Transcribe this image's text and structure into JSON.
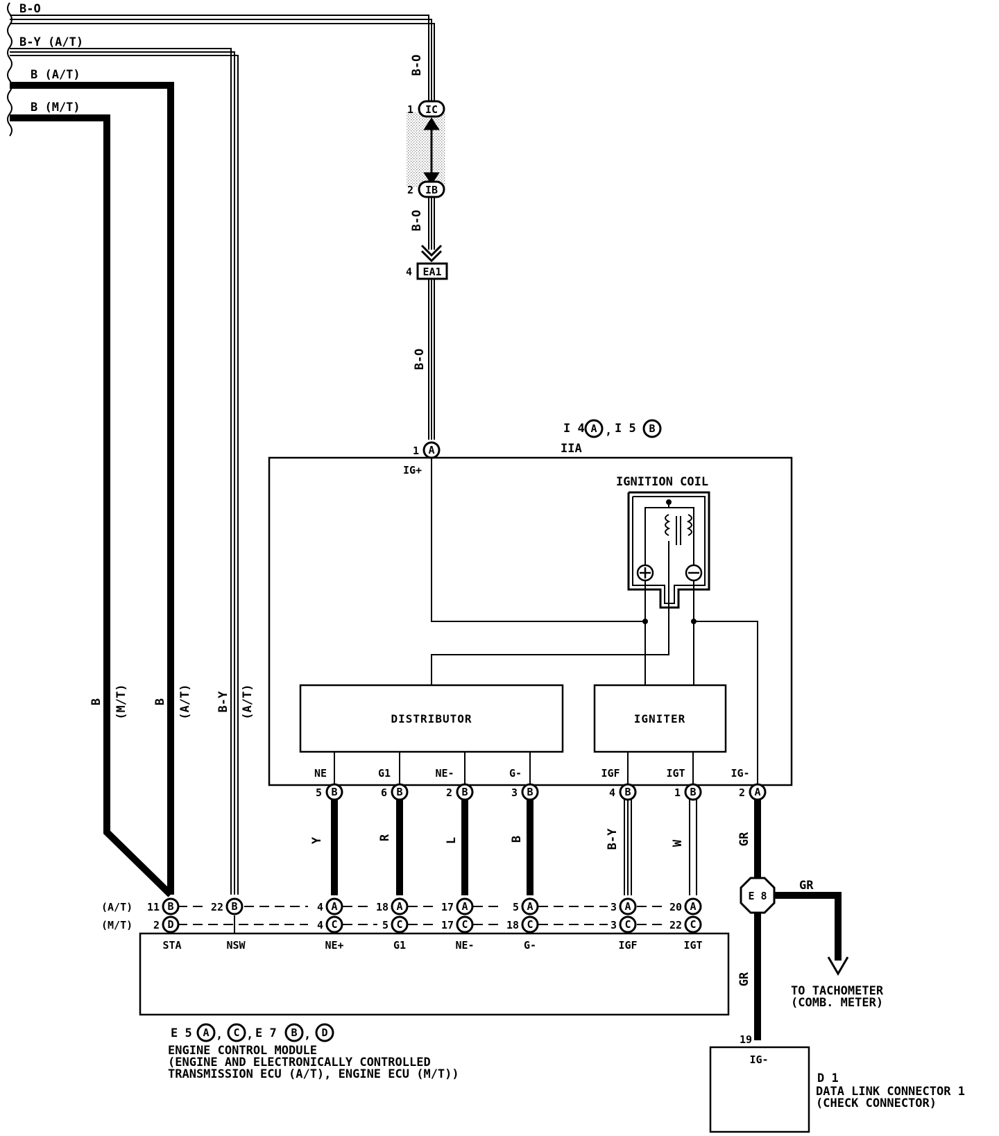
{
  "wires": {
    "bo_top": "B-O",
    "by_at": "B-Y (A/T)",
    "b_at": "B  (A/T)",
    "b_mt": "B  (M/T)",
    "bo_v1": "B-O",
    "bo_v2": "B-O",
    "bo_v3": "B-O",
    "left_b_mt_color": "B",
    "left_b_mt_note": "(M/T)",
    "left_b_at_color": "B",
    "left_b_at_note": "(A/T)",
    "left_by_color": "B-Y",
    "left_by_note": "(A/T)",
    "ne_color": "Y",
    "g1_color": "R",
    "nem_color": "L",
    "gm_color": "B",
    "igf_color": "B-Y",
    "igt_color": "W",
    "igm_color": "GR",
    "gr_right": "GR",
    "gr_lower": "GR"
  },
  "connectors": {
    "ic_pin": "1",
    "ic_code": "IC",
    "ib_pin": "2",
    "ib_code": "IB",
    "ea1_pin": "4",
    "ea1_code": "EA1",
    "e8_code": "E 8"
  },
  "ignition": {
    "ref_a": "I 4",
    "ref_b": "I 5",
    "ref_sep": ",",
    "tag_a": "A",
    "tag_b": "B",
    "component_id": "IIA",
    "igplus_pin": "1",
    "igplus_tag": "A",
    "igplus_label": "IG+",
    "coil_title": "IGNITION COIL",
    "distributor": "DISTRIBUTOR",
    "igniter": "IGNITER",
    "pins": [
      {
        "label": "NE",
        "num": "5",
        "tag": "B"
      },
      {
        "label": "G1",
        "num": "6",
        "tag": "B"
      },
      {
        "label": "NE-",
        "num": "2",
        "tag": "B"
      },
      {
        "label": "G-",
        "num": "3",
        "tag": "B"
      },
      {
        "label": "IGF",
        "num": "4",
        "tag": "B"
      },
      {
        "label": "IGT",
        "num": "1",
        "tag": "B"
      },
      {
        "label": "IG-",
        "num": "2",
        "tag": "A"
      }
    ]
  },
  "ecm": {
    "row_at_label": "(A/T)",
    "row_mt_label": "(M/T)",
    "sta_at_num": "11",
    "sta_at_tag": "B",
    "sta_mt_num": "2",
    "sta_mt_tag": "D",
    "at_nums": [
      "22",
      "4",
      "18",
      "17",
      "5",
      "3",
      "20"
    ],
    "at_tags": [
      "B",
      "A",
      "A",
      "A",
      "A",
      "A",
      "A"
    ],
    "mt_nums": [
      "4",
      "5",
      "17",
      "18",
      "3",
      "22"
    ],
    "mt_tags": [
      "C",
      "C",
      "C",
      "C",
      "C",
      "C"
    ],
    "terminals": [
      "STA",
      "NSW",
      "NE+",
      "G1",
      "NE-",
      "G-",
      "IGF",
      "IGT"
    ],
    "ref_e5": "E 5",
    "ref_e7": "E 7",
    "ref_tags": [
      "A",
      "C",
      "B",
      "D"
    ],
    "title1": "ENGINE CONTROL MODULE",
    "title2": "(ENGINE AND ELECTRONICALLY CONTROLLED",
    "title3": " TRANSMISSION ECU (A/T), ENGINE ECU (M/T))"
  },
  "tach": {
    "line1": "TO TACHOMETER",
    "line2": "(COMB. METER)"
  },
  "dlc": {
    "pin": "19",
    "terminal": "IG-",
    "id": "D 1",
    "line1": "DATA LINK CONNECTOR 1",
    "line2": "(CHECK CONNECTOR)"
  }
}
